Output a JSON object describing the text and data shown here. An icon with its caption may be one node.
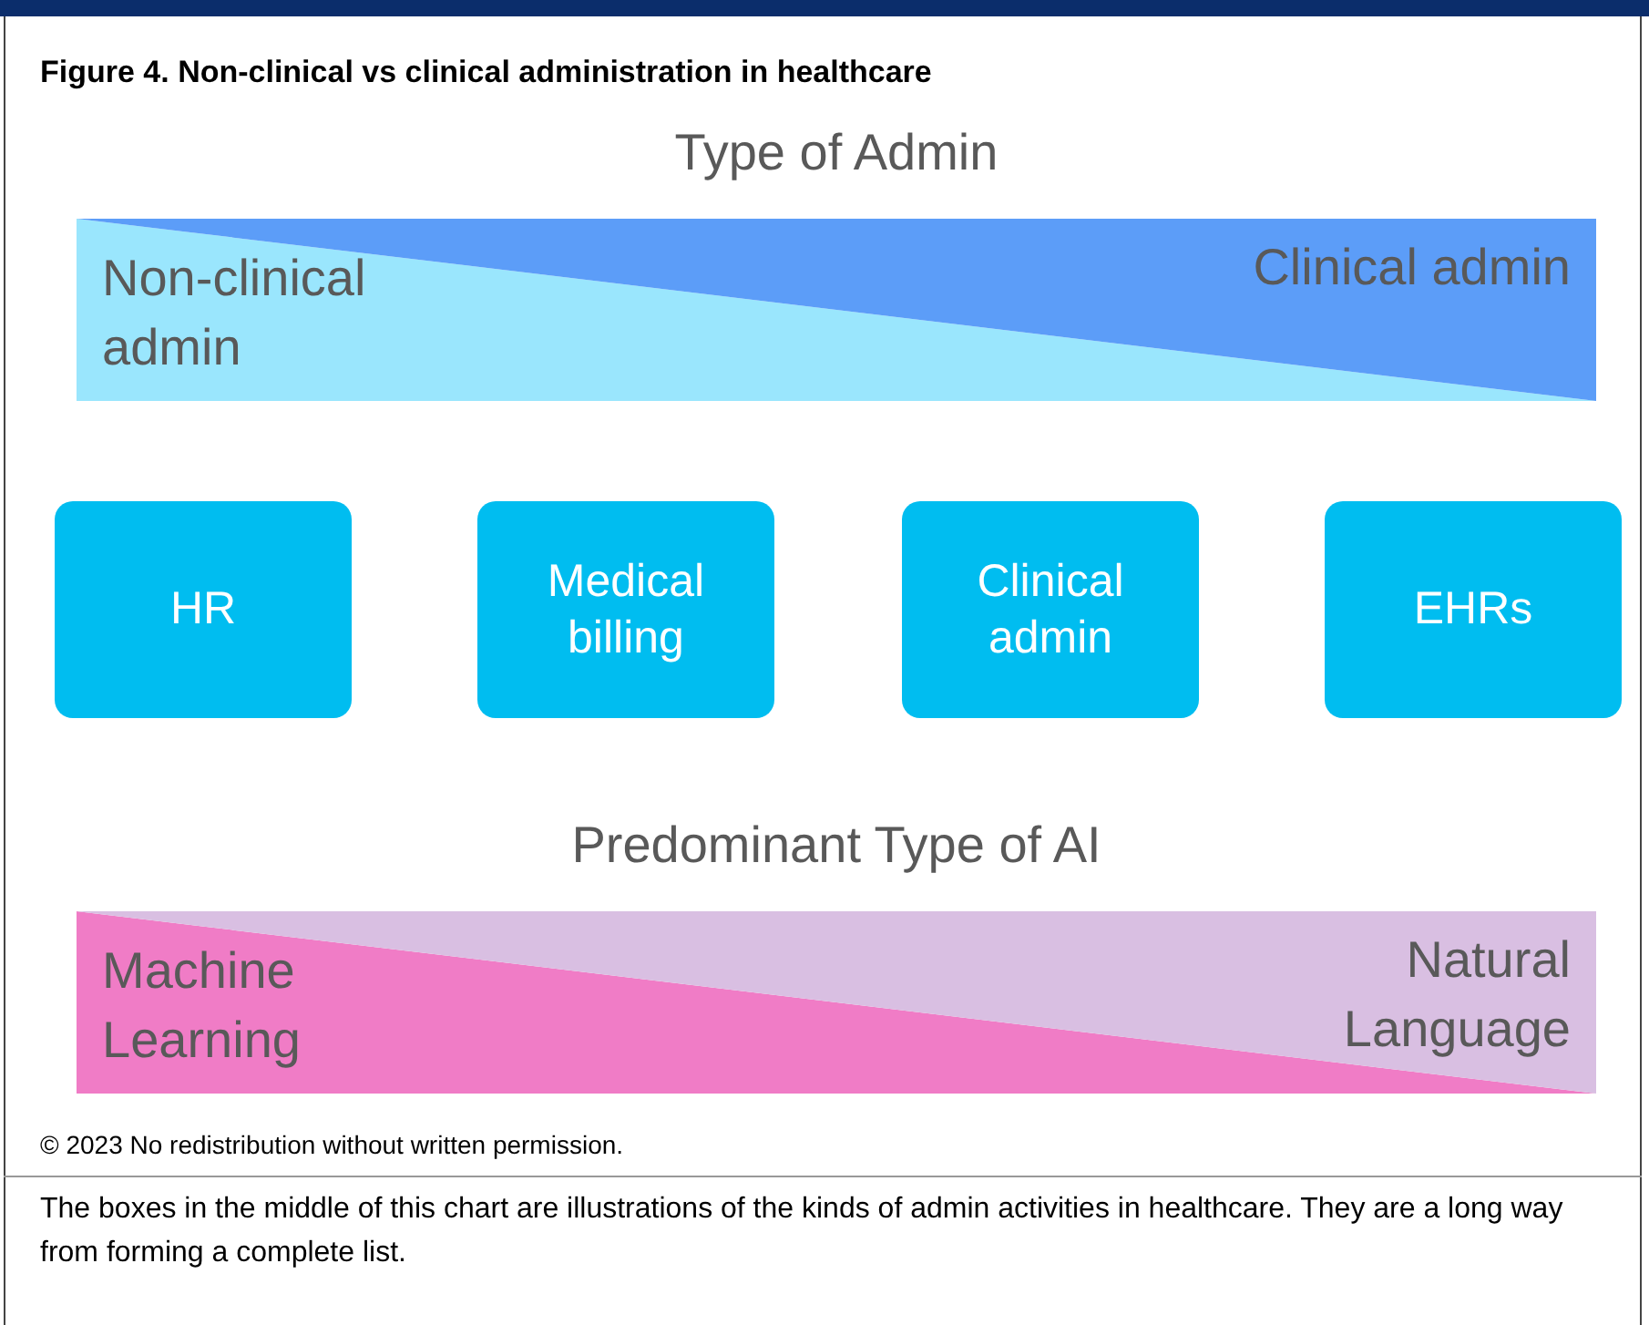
{
  "diagram": {
    "title": "Figure 4. Non-clinical vs clinical administration in healthcare",
    "nodes": [
      {
        "text": [
          "Type of Admin",
          "Non-clinical admin",
          "Clinical admin"
        ]
      },
      {
        "text": [
          "HR"
        ]
      },
      {
        "text": [
          "Medical billing"
        ]
      },
      {
        "text": [
          "Clinical admin"
        ]
      },
      {
        "text": [
          "EHRs"
        ]
      },
      {
        "text": [
          "Predominant Type of AI",
          "Machine Learning",
          "Natural Language"
        ]
      }
    ],
    "edges": [],
    "labels": [
      "© 2023",
      "No redistribution without written permission.",
      "The boxes in the middle of this chart are illustrations of the kinds of admin activities in healthcare. They are a long way from forming a complete list."
    ]
  }
}
